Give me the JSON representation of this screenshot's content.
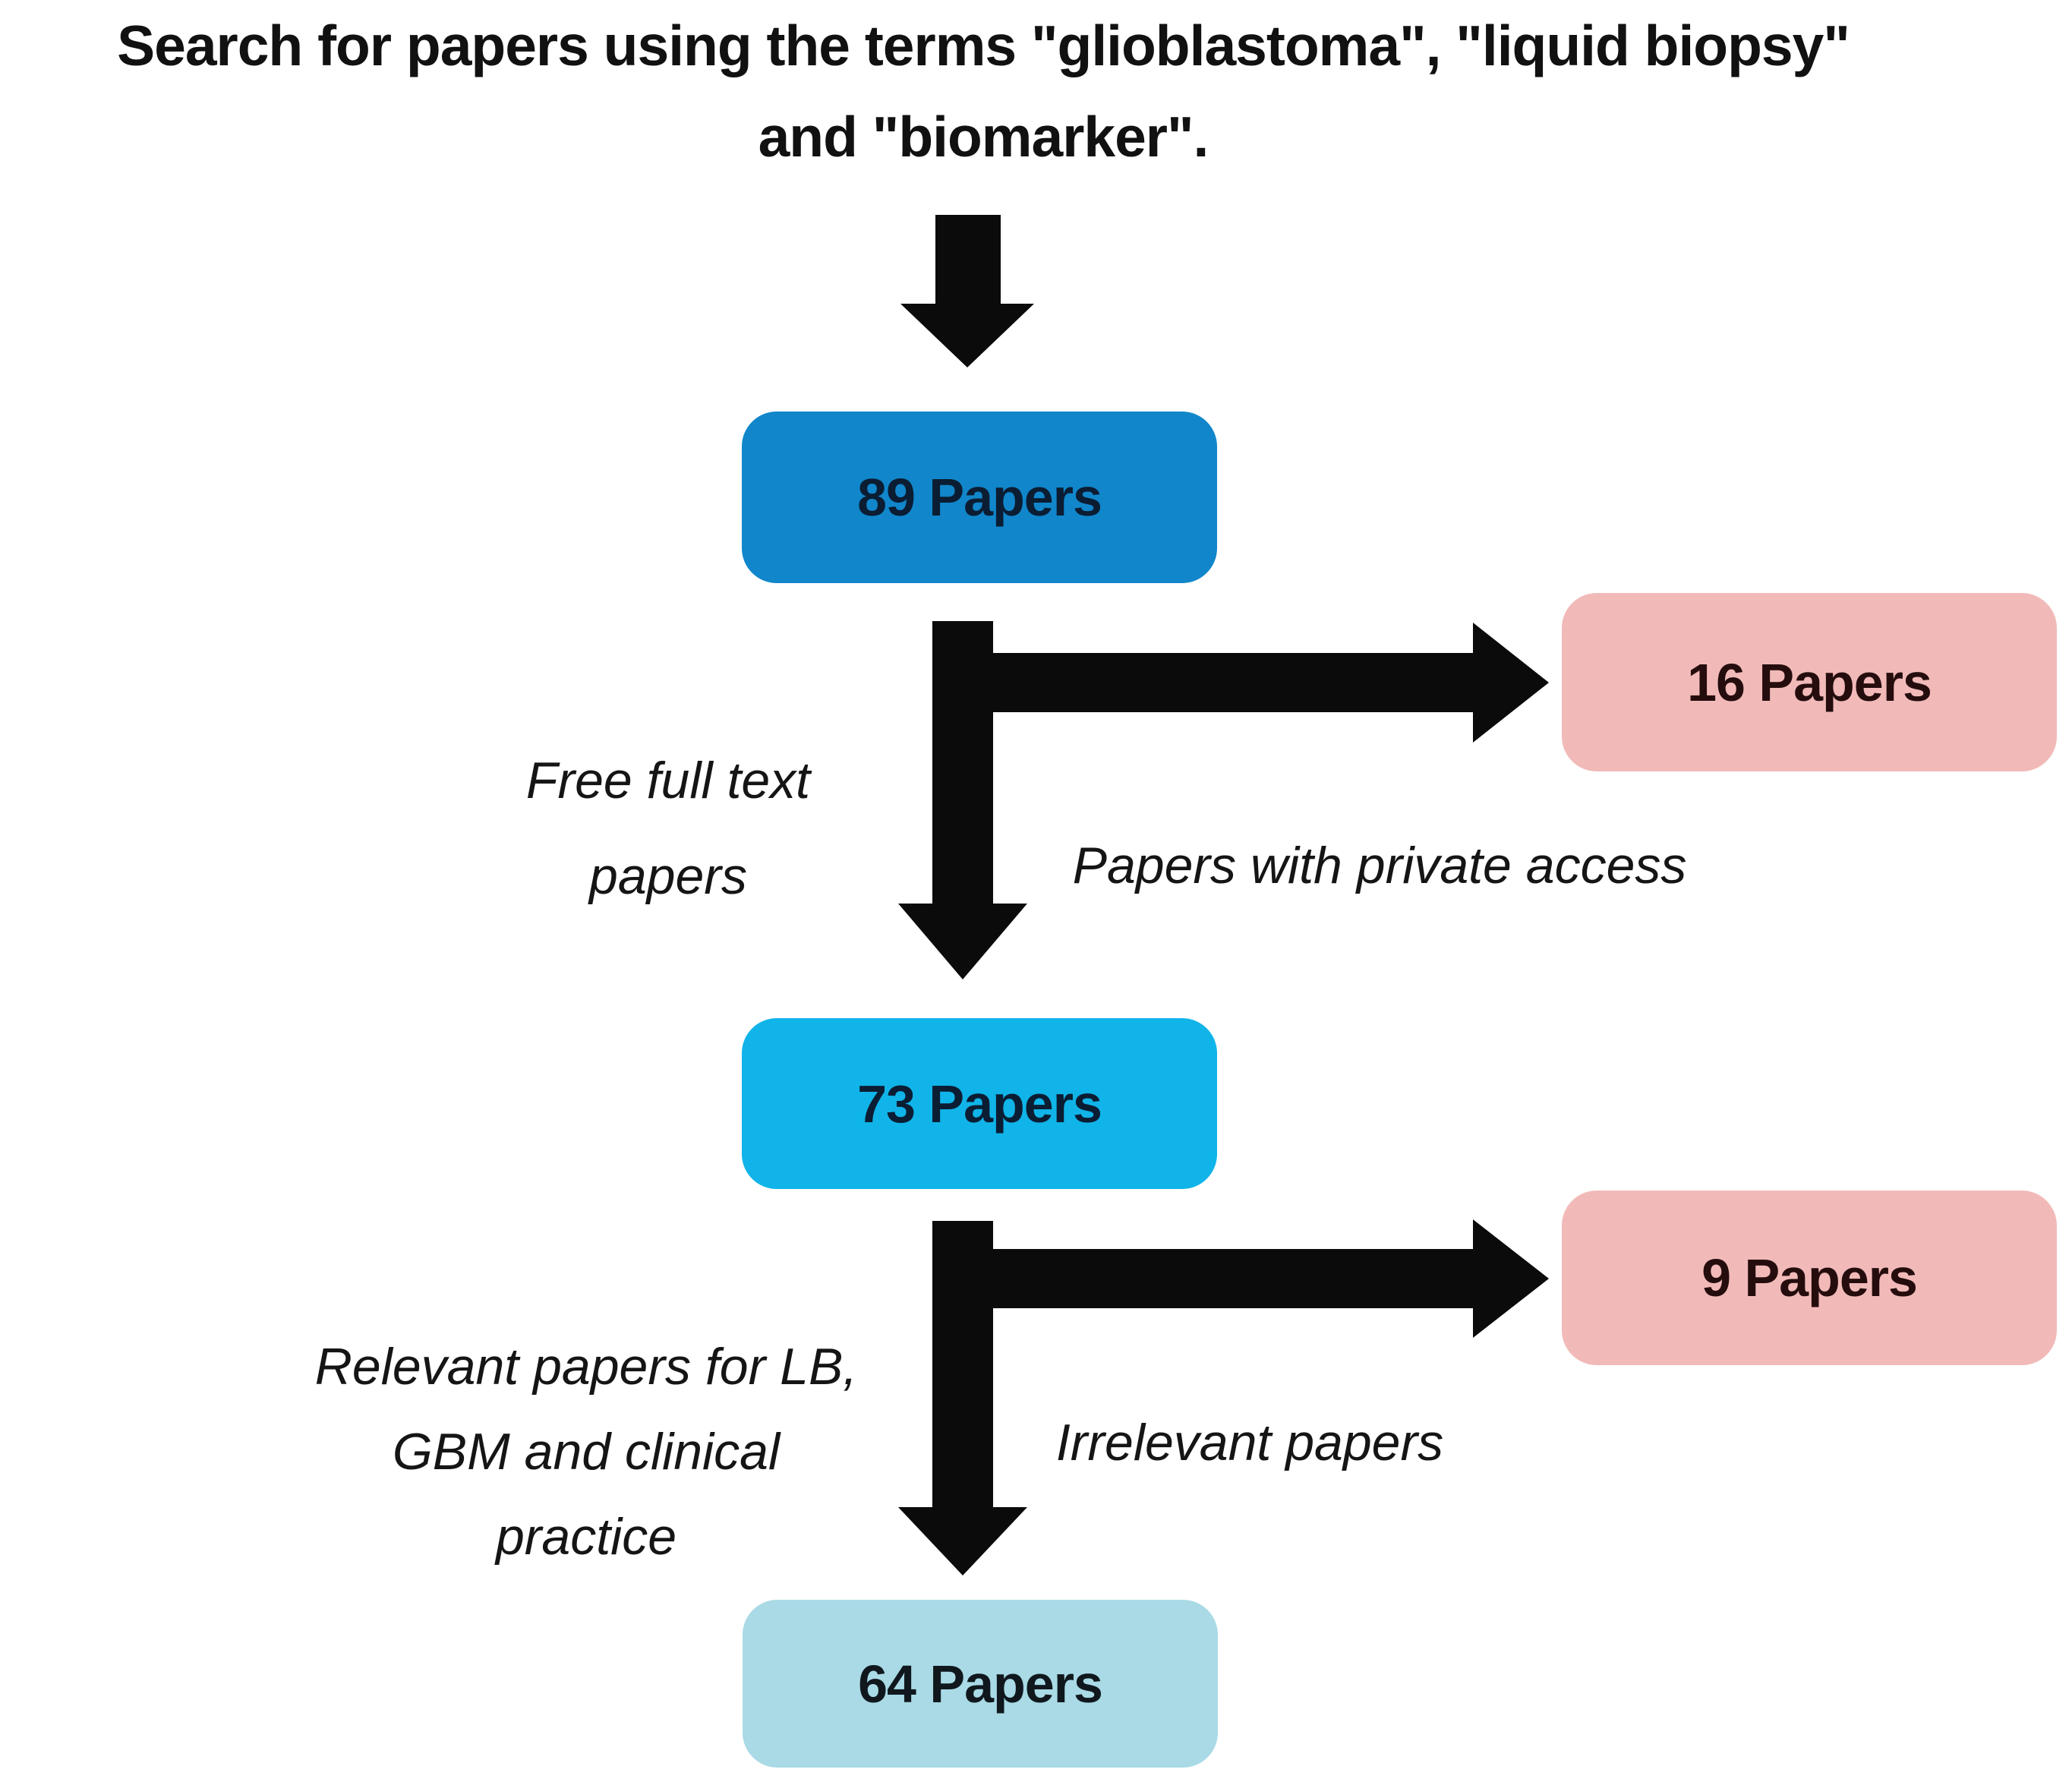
{
  "title": {
    "text": "Search for papers using the terms \"glioblastoma\", \"liquid biopsy\"\nand \"biomarker\"."
  },
  "nodes": {
    "papers_89": {
      "label": "89 Papers",
      "fill": "#1186cb",
      "text_color": "#0b1d33"
    },
    "papers_16": {
      "label": "16 Papers",
      "fill": "#f1bab8",
      "text_color": "#250d0e"
    },
    "papers_73": {
      "label": "73 Papers",
      "fill": "#10b4e8",
      "text_color": "#0b1d33"
    },
    "papers_9": {
      "label": "9 Papers",
      "fill": "#f1bab8",
      "text_color": "#250d0e"
    },
    "papers_64": {
      "label": "64 Papers",
      "fill": "#a9dae6",
      "text_color": "#10181d"
    }
  },
  "edge_labels": {
    "free_full_text": "Free full text\npapers",
    "private_access": "Papers with private access",
    "relevant": "Relevant papers for LB,\nGBM and clinical\npractice",
    "irrelevant": "Irrelevant papers"
  },
  "colors": {
    "background": "#ffffff",
    "arrow": "#0b0b0b",
    "title_text": "#111111"
  }
}
